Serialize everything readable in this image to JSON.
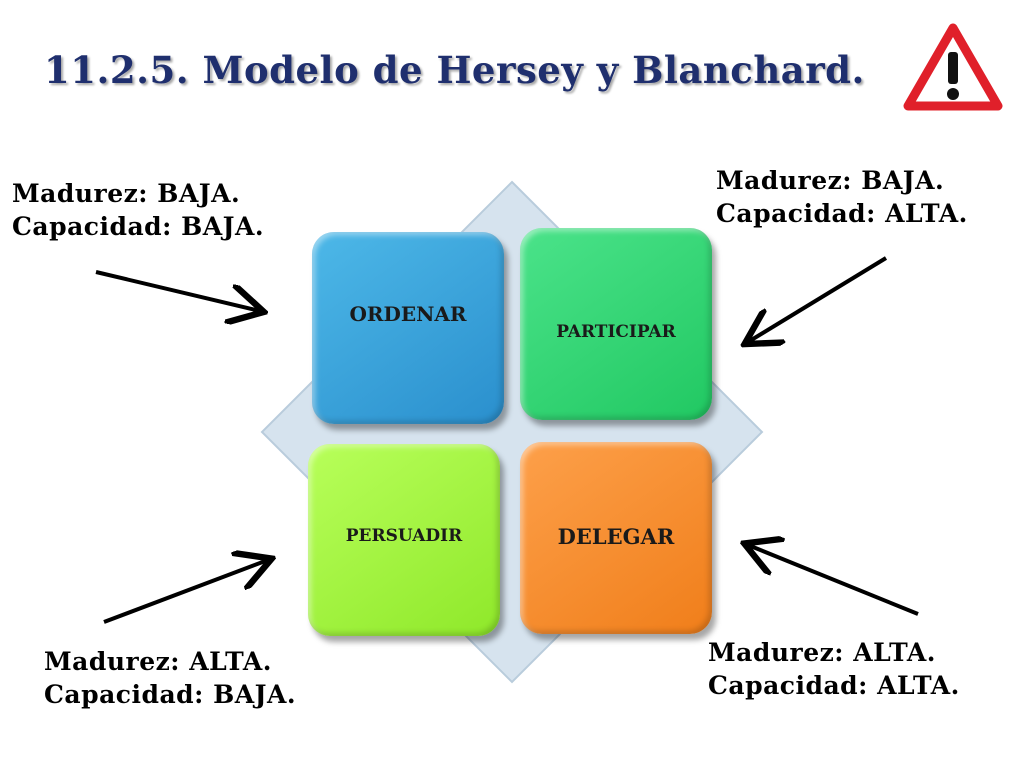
{
  "title": "11.2.5. Modelo de Hersey y Blanchard.",
  "warning_icon": "warning-triangle-icon",
  "quadrants": {
    "top_left": "ORDENAR",
    "top_right": "PARTICIPAR",
    "bottom_left": "PERSUADIR",
    "bottom_right": "DELEGAR"
  },
  "labels": {
    "top_left": {
      "line1": "Madurez: BAJA.",
      "line2": "Capacidad: BAJA."
    },
    "top_right": {
      "line1": "Madurez: BAJA.",
      "line2": "Capacidad: ALTA."
    },
    "bottom_left": {
      "line1": "Madurez: ALTA.",
      "line2": "Capacidad: BAJA."
    },
    "bottom_right": {
      "line1": "Madurez: ALTA.",
      "line2": "Capacidad: ALTA."
    }
  },
  "colors": {
    "title": "#1f2f6e",
    "diamond": "#d6e3ee",
    "ordenar": "#2a8fcd",
    "participar": "#21c862",
    "persuadir": "#8fe82a",
    "delegar": "#f07e1a",
    "warning_border": "#e0202a"
  }
}
